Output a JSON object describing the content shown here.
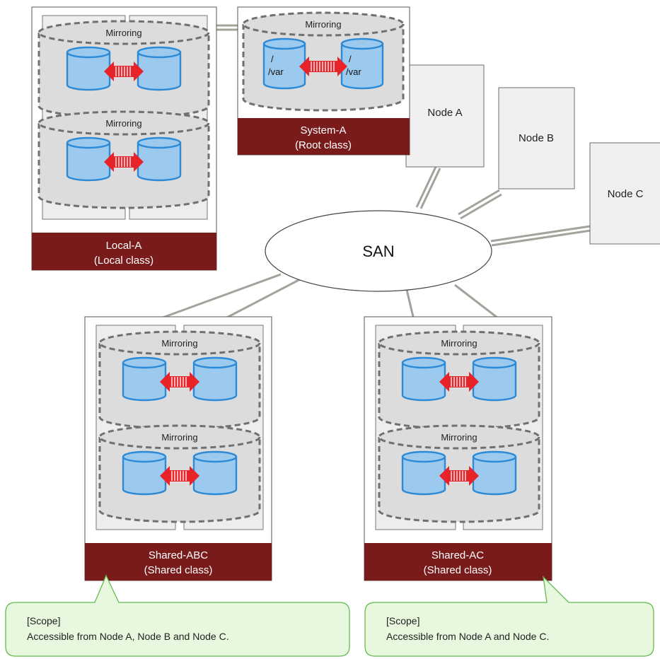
{
  "colors": {
    "class_bar": "#7a1b1b",
    "class_text": "#ffffff",
    "disk_fill": "#9cc9ee",
    "disk_stroke": "#2c8ad6",
    "mirror_fill": "#dcdcdc",
    "mirror_stroke": "#707070",
    "arrow": "#e8232a",
    "link": "#aaaaa2",
    "callout_fill": "#e6f8de",
    "callout_stroke": "#64ba4e"
  },
  "nodes": [
    {
      "label": "Node A"
    },
    {
      "label": "Node B"
    },
    {
      "label": "Node C"
    }
  ],
  "san": {
    "label": "SAN"
  },
  "classes": {
    "local_a": {
      "name": "Local-A",
      "type": "(Local class)"
    },
    "system_a": {
      "name": "System-A",
      "type": "(Root class)"
    },
    "shared_abc": {
      "name": "Shared-ABC",
      "type": "(Shared class)"
    },
    "shared_ac": {
      "name": "Shared-AC",
      "type": "(Shared class)"
    }
  },
  "mirroring_label": "Mirroring",
  "root_mounts": {
    "slash": "/",
    "var": "/var"
  },
  "callouts": [
    {
      "heading": "[Scope]",
      "text": "Accessible from Node A, Node B and Node C."
    },
    {
      "heading": "[Scope]",
      "text": "Accessible from Node A and Node C."
    }
  ]
}
